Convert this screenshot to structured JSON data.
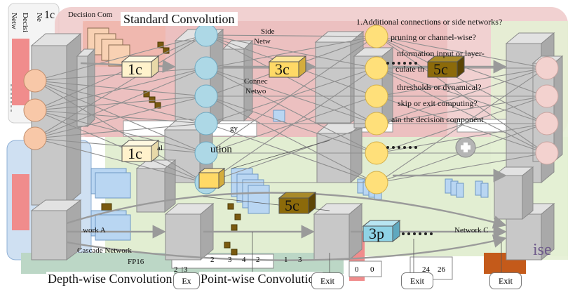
{
  "titles": {
    "standard_convolution": "Standard Convolution",
    "depth_wise_convolution": "Depth-wise Convolution",
    "point_wise_convolution": "Point-wise Convolution"
  },
  "block_tags": [
    "1c",
    "3c",
    "5c",
    "1c",
    "5c",
    "3p"
  ],
  "exit_buttons": [
    "Ex",
    "Exit",
    "Exit",
    "Exit"
  ],
  "background_text": {
    "decision_comp": "Decision Com",
    "decision_vertical": "Decisi",
    "network_vertical": "Netw",
    "ne_vertical": "Ne",
    "side": "Side",
    "netw_right": "Netw",
    "connec": "Connec",
    "netwo": "Netwo",
    "gy": "gy",
    "al": "al",
    "ution": "ution",
    "work_a": "work A",
    "cascade_network": "Cascade Network",
    "fp16": "FP16",
    "network_c": "Network C",
    "ise": "ise",
    "ic": "1c"
  },
  "questions": [
    "1.Additional connections or side networks?",
    "pruning or channel-wise?",
    "nformation input or layer-",
    "culate th",
    "thresholds or dynamical?",
    "skip or exit computing?",
    "ain the decision component"
  ],
  "table_cells": [
    "2",
    "3",
    "0",
    "0",
    "24",
    "26",
    "2",
    "3",
    "4",
    "2",
    "1",
    "3"
  ],
  "colors": {
    "block_gray": "#c8c8c8",
    "node_blue": "#add8e6",
    "node_yellow": "#ffe07a",
    "node_pink": "#f3d2cf",
    "node_peach": "#f8c8a8",
    "panel_pink": "#efc8c8",
    "panel_green": "#dfeccd",
    "panel_blue": "#c9def3",
    "tag_cream": "#fff2cc",
    "tag_yellow": "#ffd966",
    "tag_brown": "#8c6a0a",
    "tag_cyan": "#8fd3e6"
  }
}
